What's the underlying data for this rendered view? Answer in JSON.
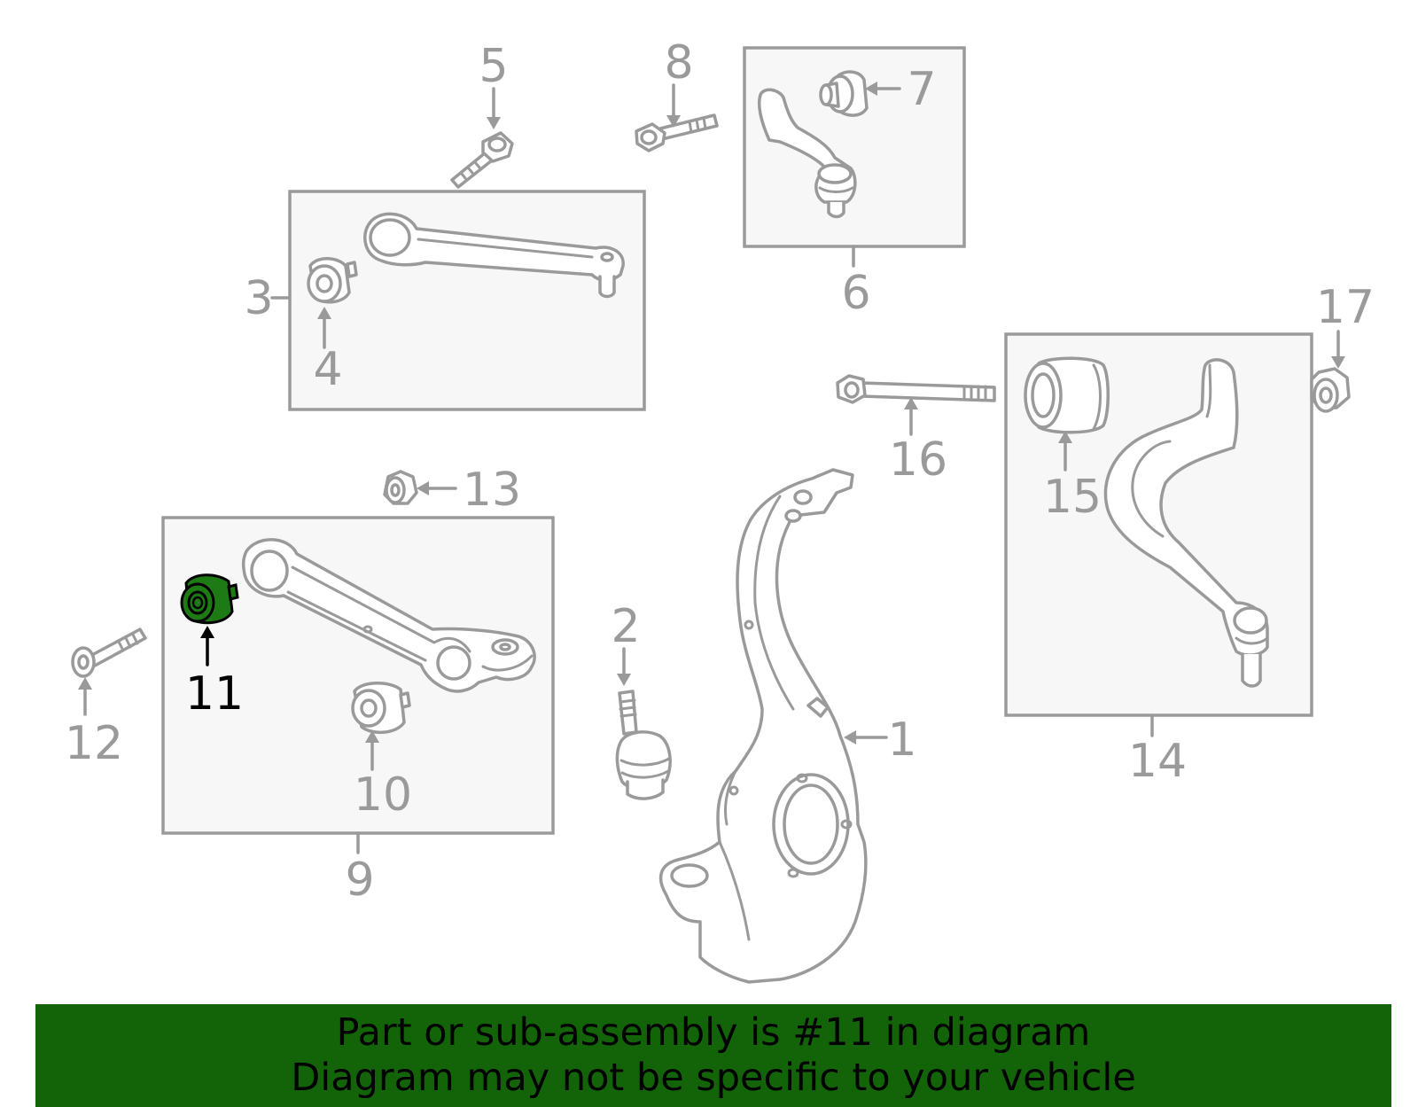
{
  "callouts": [
    {
      "id": "1",
      "label": "1"
    },
    {
      "id": "2",
      "label": "2"
    },
    {
      "id": "3",
      "label": "3"
    },
    {
      "id": "4",
      "label": "4"
    },
    {
      "id": "5",
      "label": "5"
    },
    {
      "id": "6",
      "label": "6"
    },
    {
      "id": "7",
      "label": "7"
    },
    {
      "id": "8",
      "label": "8"
    },
    {
      "id": "9",
      "label": "9"
    },
    {
      "id": "10",
      "label": "10"
    },
    {
      "id": "11",
      "label": "11"
    },
    {
      "id": "12",
      "label": "12"
    },
    {
      "id": "13",
      "label": "13"
    },
    {
      "id": "14",
      "label": "14"
    },
    {
      "id": "15",
      "label": "15"
    },
    {
      "id": "16",
      "label": "16"
    },
    {
      "id": "17",
      "label": "17"
    }
  ],
  "highlighted_part": "11",
  "colors": {
    "highlight_part": "#1e7a14",
    "banner_bg": "#136409",
    "line": "#9a9a9a"
  },
  "banner": {
    "line1": "Part or sub-assembly is #11 in diagram",
    "line2": "Diagram may not be specific to your vehicle"
  }
}
